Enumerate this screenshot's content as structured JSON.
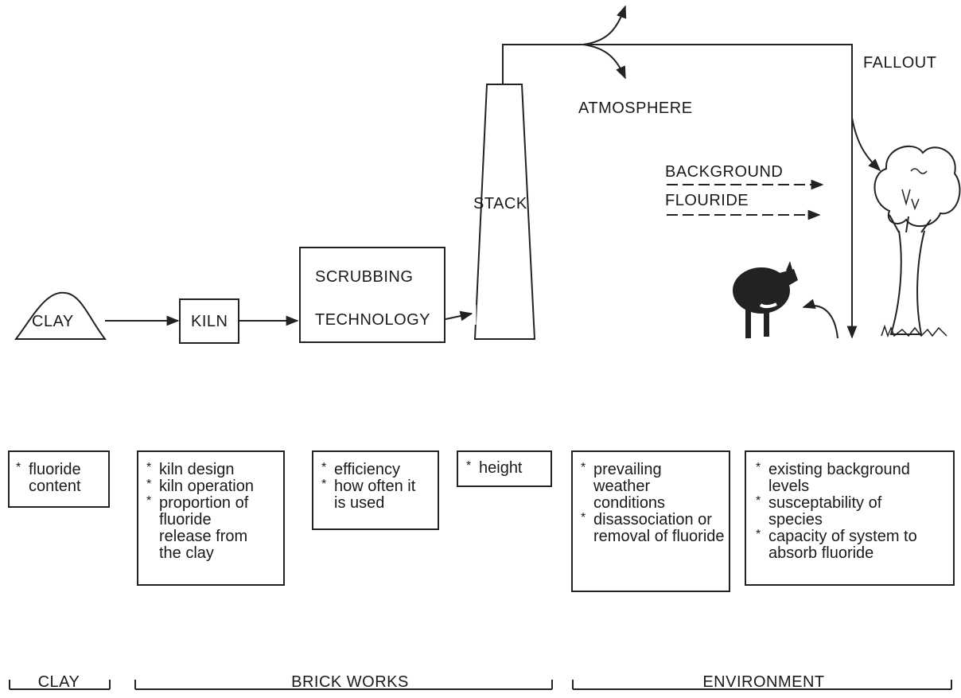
{
  "process": {
    "clay": "CLAY",
    "kiln": "KILN",
    "scrubbing_line1": "SCRUBBING",
    "scrubbing_line2": "TECHNOLOGY",
    "stack": "STACK",
    "atmosphere": "ATMOSPHERE",
    "fallout": "FALLOUT",
    "background_line1": "BACKGROUND",
    "background_line2": "FLOURIDE"
  },
  "factors": {
    "clay": [
      "fluoride content"
    ],
    "kiln": [
      "kiln design",
      "kiln operation",
      "proportion of fluoride release from the clay"
    ],
    "scrubbing": [
      "efficiency",
      "how often it is used"
    ],
    "stack": [
      "height"
    ],
    "atmosphere": [
      "prevailing weather conditions",
      "disassociation or removal of fluoride"
    ],
    "environment": [
      "existing background levels",
      "susceptability of species",
      "capacity of system to absorb fluoride"
    ]
  },
  "sections": {
    "clay": "CLAY",
    "brick_works": "BRICK WORKS",
    "environment": "ENVIRONMENT"
  }
}
